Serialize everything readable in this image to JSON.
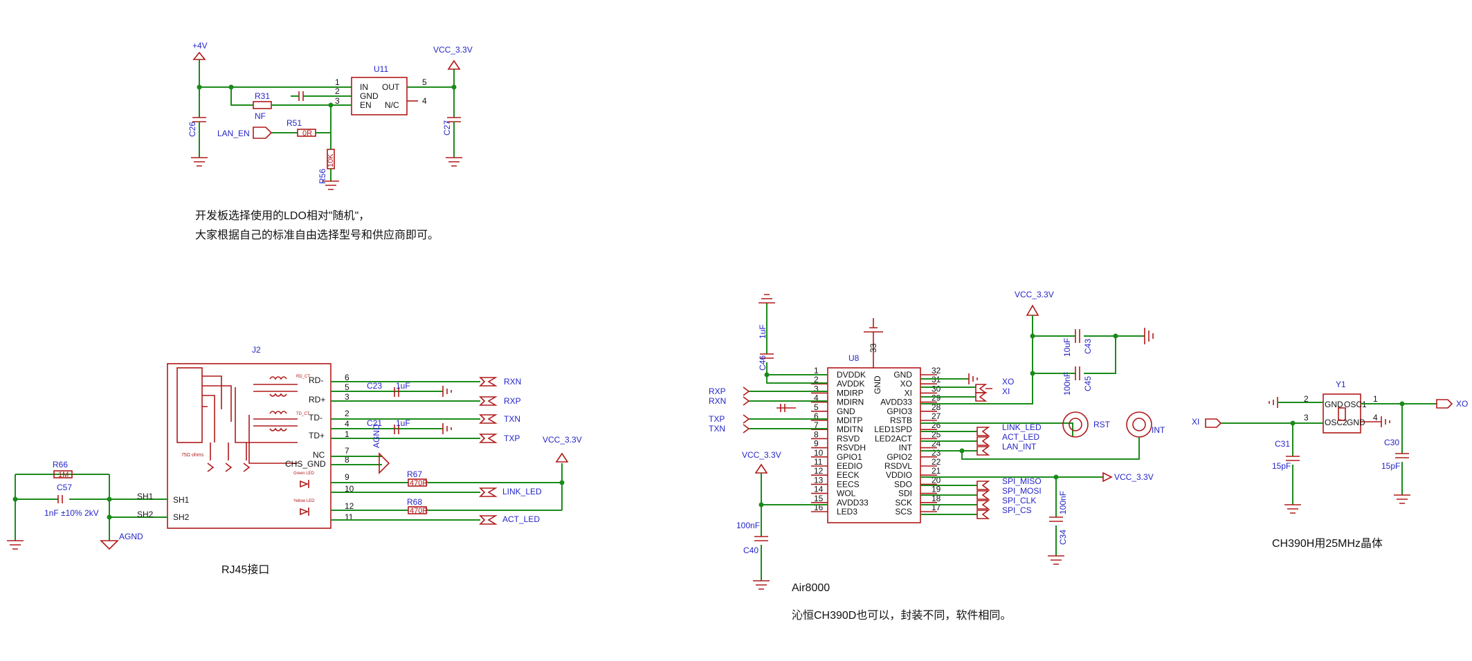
{
  "ldo": {
    "ref": "U11",
    "pins": [
      "IN",
      "GND",
      "EN",
      "OUT",
      "N/C"
    ],
    "pin_numbers": [
      "1",
      "2",
      "3",
      "5",
      "4"
    ],
    "input_net": "+4V",
    "output_net": "VCC_3.3V",
    "enable_net": "LAN_EN",
    "refs": {
      "c26": "C26",
      "c27": "C27",
      "r31": "R31",
      "r31_val": "NF",
      "r51": "R51",
      "r51_val": "0R",
      "r56": "R56",
      "r56_val": "10K"
    },
    "note_line1": "开发板选择使用的LDO相对\"随机\"，",
    "note_line2": "大家根据自己的标准自由选择型号和供应商即可。"
  },
  "rj45": {
    "ref": "J2",
    "title": "RJ45接口",
    "rows": [
      {
        "num": "6",
        "label": "RD-"
      },
      {
        "num": "5",
        "label": "RD_CT"
      },
      {
        "num": "3",
        "label": "RD+"
      },
      {
        "num": "2",
        "label": "TD-"
      },
      {
        "num": "4",
        "label": "TD_CT"
      },
      {
        "num": "1",
        "label": "TD+"
      },
      {
        "num": "7",
        "label": "NC"
      },
      {
        "num": "8",
        "label": "CHS_GND"
      },
      {
        "num": "9",
        "label": ""
      },
      {
        "num": "10",
        "label": ""
      },
      {
        "num": "12",
        "label": ""
      },
      {
        "num": "11",
        "label": ""
      }
    ],
    "nets": [
      "RXN",
      "RXP",
      "TXN",
      "TXP",
      "LINK_LED",
      "ACT_LED"
    ],
    "shield": [
      "SH1",
      "SH2"
    ],
    "refs": {
      "c23": "C23",
      "c23_val": "1uF",
      "c21": "C21",
      "c21_val": "1uF",
      "r67": "R67",
      "r67_val": "470R",
      "r68": "R68",
      "r68_val": "470R",
      "r66": "R66",
      "r66_val": "1M",
      "c57": "C57",
      "c57_val": "1nF ±10% 2kV"
    },
    "agnd": "AGND",
    "vcc": "VCC_3.3V",
    "mini": {
      "green": "Green LED",
      "yellow": "Yellow LED",
      "ohm": "75Ω ohms"
    }
  },
  "air8000": {
    "ref": "U8",
    "title": "Air8000",
    "note": "沁恒CH390D也可以，封装不同，软件相同。",
    "left_pins": [
      {
        "num": "1",
        "name": "DVDDK"
      },
      {
        "num": "2",
        "name": "AVDDK"
      },
      {
        "num": "3",
        "name": "MDIRP"
      },
      {
        "num": "4",
        "name": "MDIRN"
      },
      {
        "num": "5",
        "name": "GND"
      },
      {
        "num": "6",
        "name": "MDITP"
      },
      {
        "num": "7",
        "name": "MDITN"
      },
      {
        "num": "8",
        "name": "RSVD"
      },
      {
        "num": "9",
        "name": "RSVDH"
      },
      {
        "num": "10",
        "name": "GPIO1"
      },
      {
        "num": "11",
        "name": "EEDIO"
      },
      {
        "num": "12",
        "name": "EECK"
      },
      {
        "num": "13",
        "name": "EECS"
      },
      {
        "num": "14",
        "name": "WOL"
      },
      {
        "num": "15",
        "name": "AVDD33"
      },
      {
        "num": "16",
        "name": "LED3"
      }
    ],
    "right_pins": [
      {
        "num": "32",
        "name": "GND"
      },
      {
        "num": "31",
        "name": "XO"
      },
      {
        "num": "30",
        "name": "XI"
      },
      {
        "num": "29",
        "name": "AVDD33"
      },
      {
        "num": "28",
        "name": "GPIO3"
      },
      {
        "num": "27",
        "name": "RSTB"
      },
      {
        "num": "26",
        "name": "LED1SPD"
      },
      {
        "num": "25",
        "name": "LED2ACT"
      },
      {
        "num": "24",
        "name": "INT"
      },
      {
        "num": "23",
        "name": "GPIO2"
      },
      {
        "num": "22",
        "name": "RSDVL"
      },
      {
        "num": "21",
        "name": "VDDIO"
      },
      {
        "num": "20",
        "name": "SDO"
      },
      {
        "num": "19",
        "name": "SDI"
      },
      {
        "num": "18",
        "name": "SCK"
      },
      {
        "num": "17",
        "name": "SCS"
      }
    ],
    "top_pin": {
      "num": "33",
      "name": "GND"
    },
    "left_nets": [
      "RXP",
      "RXN",
      "TXP",
      "TXN"
    ],
    "right_nets": [
      "XO",
      "XI",
      "LINK_LED",
      "ACT_LED",
      "LAN_INT",
      "SPI_MISO",
      "SPI_MOSI",
      "SPI_CLK",
      "SPI_CS"
    ],
    "vcc_net": "VCC_3.3V",
    "refs": {
      "c46": "C46",
      "c46_val": "1uF",
      "c43": "C43",
      "c43_val": "10uF",
      "c45": "C45",
      "c45_val": "100nF",
      "c40": "C40",
      "c40_val": "100nF",
      "c34": "C34",
      "c34_val": "100nF"
    },
    "rst": "RST",
    "int": "INT"
  },
  "crystal": {
    "ref": "Y1",
    "pins": [
      {
        "num": "2",
        "name": "GND"
      },
      {
        "num": "1",
        "name": "OSC1"
      },
      {
        "num": "3",
        "name": "OSC2"
      },
      {
        "num": "4",
        "name": "GND"
      }
    ],
    "nets": [
      "XI",
      "XO"
    ],
    "refs": {
      "c31": "C31",
      "c31_val": "15pF",
      "c30": "C30",
      "c30_val": "15pF"
    },
    "title": "CH390H用25MHz晶体"
  },
  "colors": {
    "wire": "#1a8a1a",
    "part": "#b01818",
    "net_label": "#2424c8",
    "text": "#111111"
  }
}
